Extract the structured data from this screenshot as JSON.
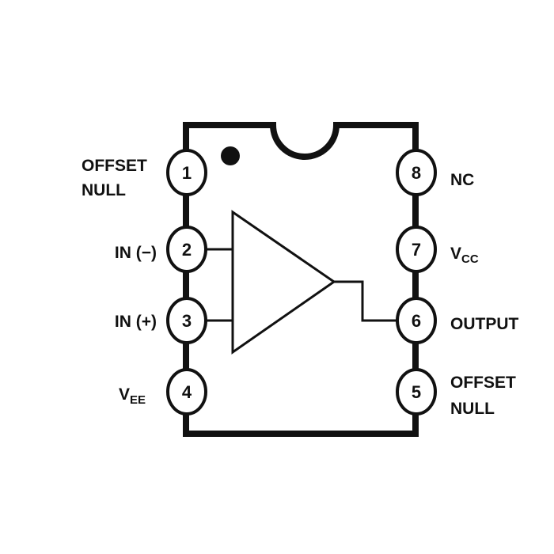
{
  "pins": {
    "p1": {
      "number": "1",
      "label_line1": "OFFSET",
      "label_line2": "NULL"
    },
    "p2": {
      "number": "2",
      "label": "IN (−)"
    },
    "p3": {
      "number": "3",
      "label": "IN (+)"
    },
    "p4": {
      "number": "4",
      "label_main": "V",
      "label_sub": "EE"
    },
    "p5": {
      "number": "5",
      "label_line1": "OFFSET",
      "label_line2": "NULL"
    },
    "p6": {
      "number": "6",
      "label": "OUTPUT"
    },
    "p7": {
      "number": "7",
      "label_main": "V",
      "label_sub": "CC"
    },
    "p8": {
      "number": "8",
      "label": "NC"
    }
  }
}
